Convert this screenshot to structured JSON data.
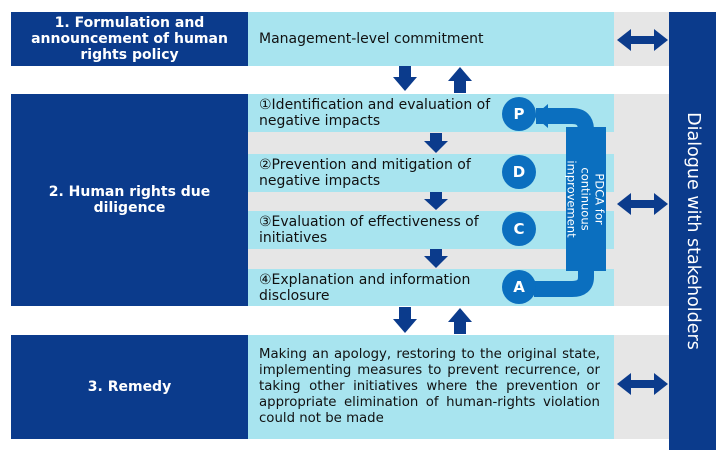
{
  "policy": {
    "label": "1.  Formulation and announcement of human rights policy",
    "content": "Management-level commitment"
  },
  "due_diligence": {
    "label": "2. Human rights due diligence",
    "steps": [
      {
        "text": "①Identification and evaluation of negative impacts",
        "badge": "P"
      },
      {
        "text": "②Prevention and mitigation of negative impacts",
        "badge": "D"
      },
      {
        "text": "③Evaluation of effectiveness of initiatives",
        "badge": "C"
      },
      {
        "text": "④Explanation and information disclosure",
        "badge": "A"
      }
    ],
    "cycle_label": "PDCA for continuous improvement"
  },
  "remedy": {
    "label": "3. Remedy",
    "content": "Making an apology, restoring to the original state, implementing measures to prevent recurrence, or taking other initiatives where the prevention or appropriate elimination of human-rights violation could not be made"
  },
  "stakeholder_dialogue": "Dialogue with stakeholders",
  "colors": {
    "navy": "#0b3b8c",
    "cyan": "#a8e4ef",
    "circle": "#0b6fbf",
    "band": "#e6e6e6"
  }
}
